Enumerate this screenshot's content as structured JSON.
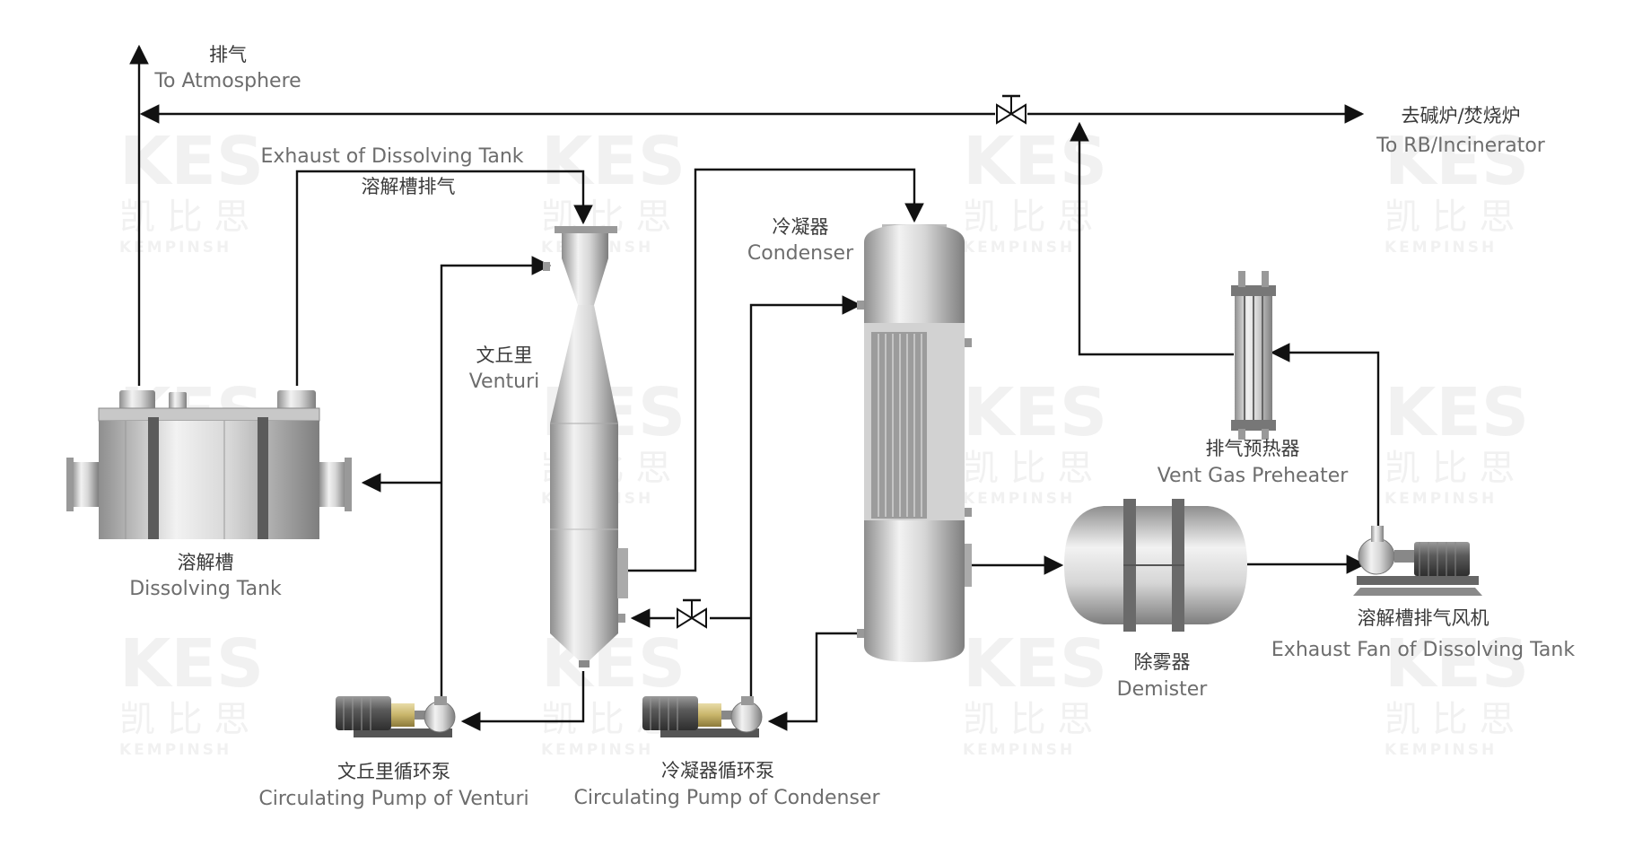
{
  "labels": {
    "atmosphere_cn": "排气",
    "atmosphere_en": "To Atmosphere",
    "rb_cn": "去碱炉/焚烧炉",
    "rb_en": "To RB/Incinerator",
    "exhaust_en": "Exhaust of Dissolving Tank",
    "exhaust_cn": "溶解槽排气",
    "condenser_cn": "冷凝器",
    "condenser_en": "Condenser",
    "venturi_cn": "文丘里",
    "venturi_en": "Venturi",
    "preheater_cn": "排气预热器",
    "preheater_en": "Vent Gas Preheater",
    "tank_cn": "溶解槽",
    "tank_en": "Dissolving Tank",
    "fan_cn": "溶解槽排气风机",
    "fan_en": "Exhaust Fan of Dissolving Tank",
    "demister_cn": "除雾器",
    "demister_en": "Demister",
    "pump_venturi_cn": "文丘里循环泵",
    "pump_venturi_en": "Circulating Pump of Venturi",
    "pump_condenser_cn": "冷凝器循环泵",
    "pump_condenser_en": "Circulating Pump of Condenser"
  },
  "watermark": {
    "brand": "KES",
    "cn": "凯 比 思",
    "en": "KEMPINSH"
  },
  "colors": {
    "pipe": "#111111",
    "metal_light": "#eeeeee",
    "metal_dark": "#8a8a8a"
  }
}
